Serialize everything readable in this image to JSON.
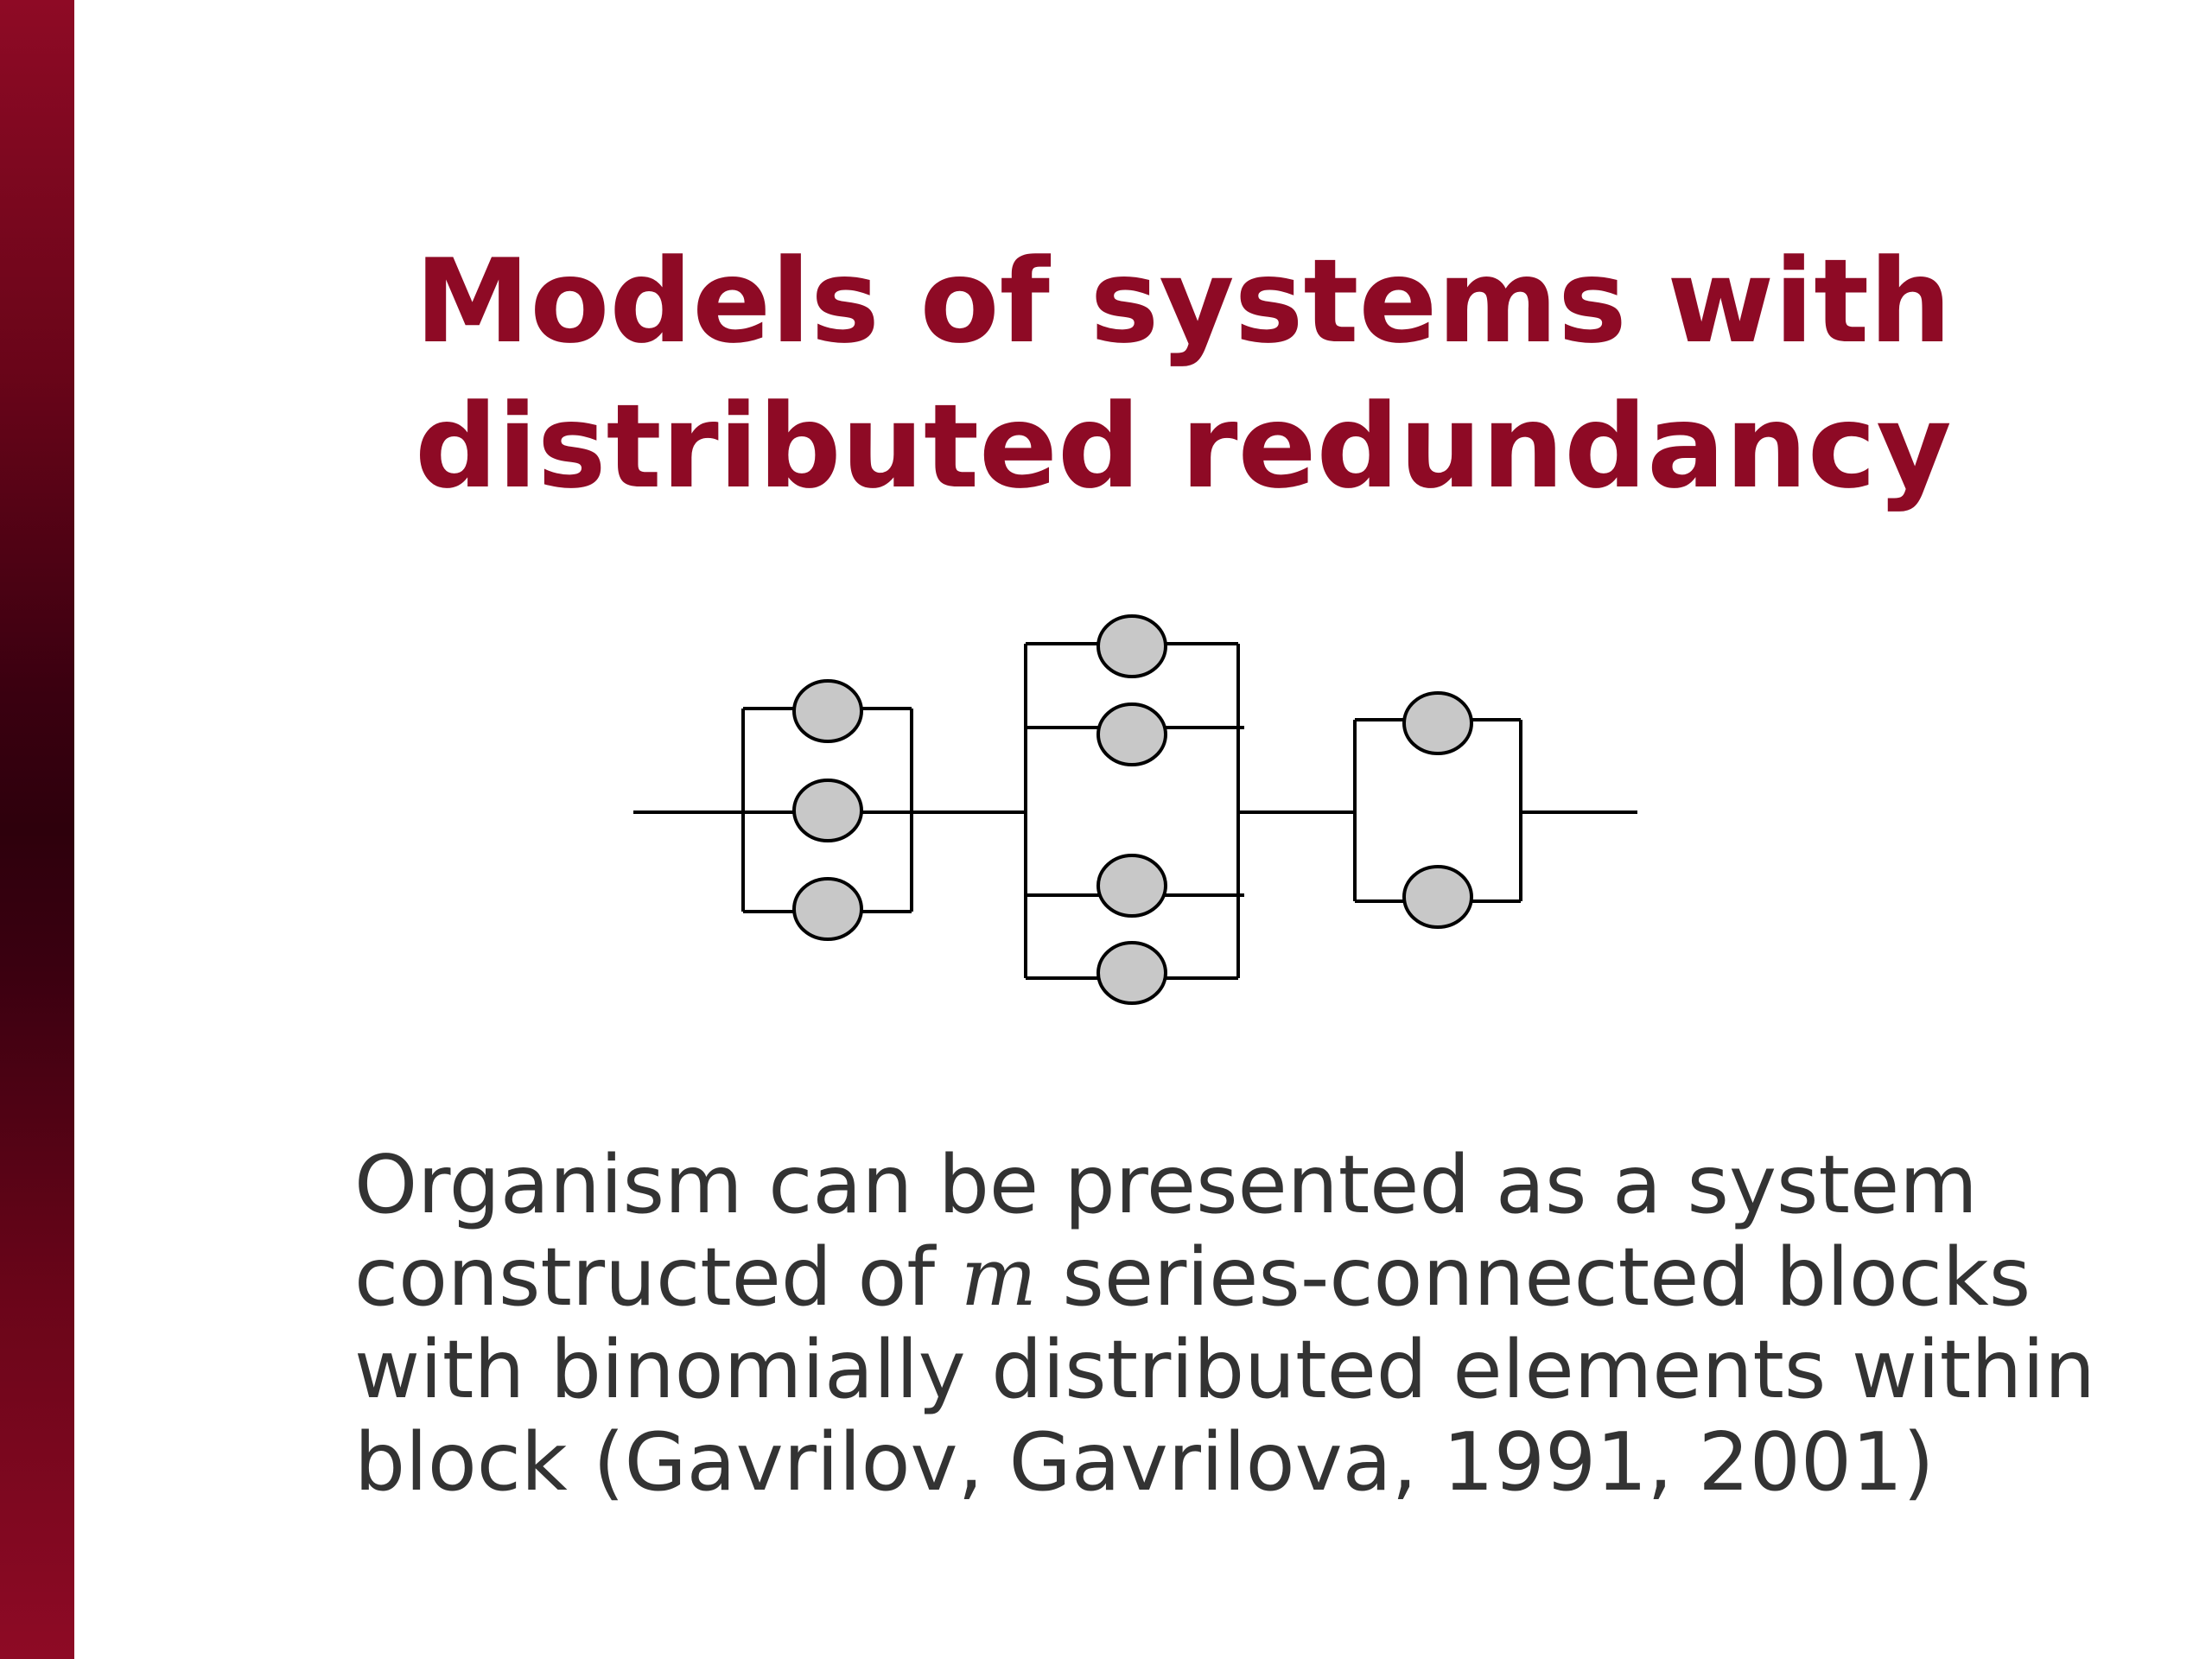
{
  "title": {
    "line1": "Models of systems with",
    "line2": "distributed redundancy"
  },
  "body": {
    "line1": "Organism can be presented as a system",
    "line2_before": "constructed of ",
    "line2_var": "m",
    "line2_after": " series-connected blocks",
    "line3": "with binomially distributed elements within",
    "line4": "block (Gavrilov, Gavrilova, 1991, 2001)"
  },
  "diagram": {
    "blocks": [
      {
        "elements": 3
      },
      {
        "elements": 4
      },
      {
        "elements": 2
      }
    ]
  },
  "colors": {
    "accent": "#8e0a25",
    "text": "#333333",
    "element_fill": "#c8c8c8",
    "line": "#000000"
  }
}
